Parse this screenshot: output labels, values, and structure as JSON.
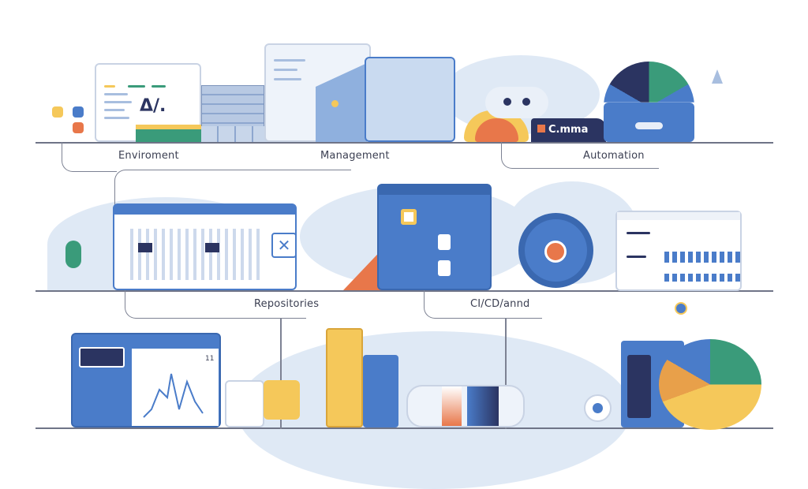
{
  "sections": {
    "environment": "Enviroment",
    "management": "Management",
    "automation": "Automation",
    "repositories": "Repositories",
    "cicd": "CI/CD/annd"
  },
  "editor_glyph": "Δ/.",
  "brand_tag": "C.mma",
  "chart_number": "11",
  "colors": {
    "blue": "#4a7cc9",
    "navy": "#2b3461",
    "yellow": "#f5c85a",
    "orange": "#e8774a",
    "green": "#3a9b7a",
    "sky": "#dfe9f5"
  }
}
